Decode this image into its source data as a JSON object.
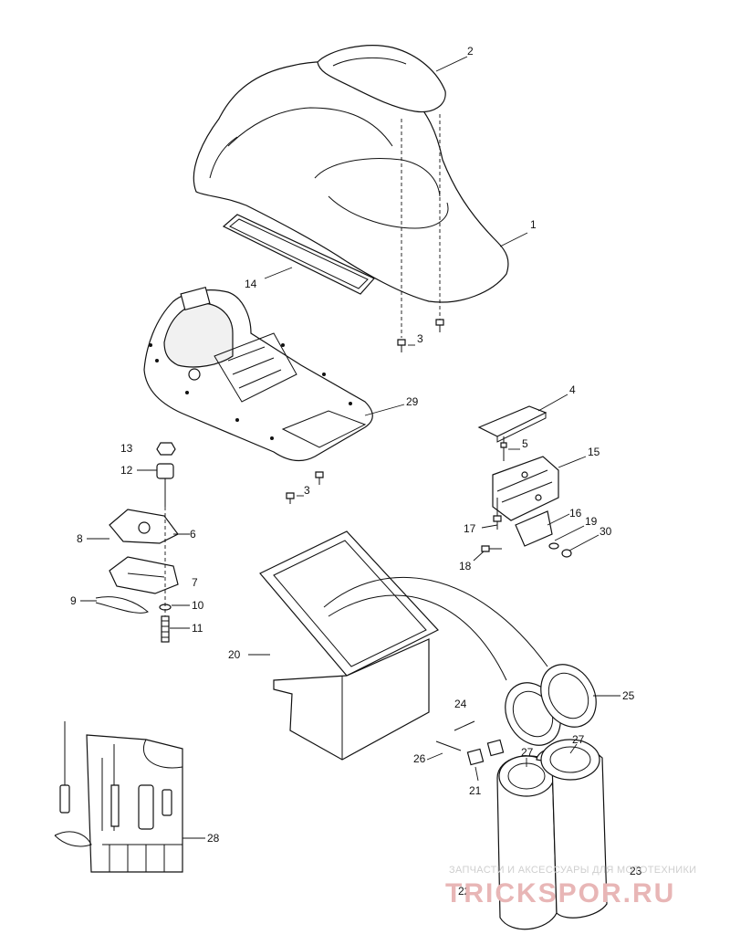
{
  "diagram": {
    "callouts": {
      "c1": "1",
      "c2": "2",
      "c3a": "3",
      "c3b": "3",
      "c4": "4",
      "c5": "5",
      "c6": "6",
      "c7": "7",
      "c8": "8",
      "c9": "9",
      "c10": "10",
      "c11": "11",
      "c12": "12",
      "c13": "13",
      "c14": "14",
      "c15": "15",
      "c16": "16",
      "c17": "17",
      "c18": "18",
      "c19": "19",
      "c20": "20",
      "c21": "21",
      "c22": "22",
      "c23": "23",
      "c24": "24",
      "c25": "25",
      "c26": "26",
      "c27a": "27",
      "c27b": "27",
      "c28": "28",
      "c29": "29",
      "c30": "30"
    }
  },
  "watermark": {
    "tagline": "ЗАПЧАСТИ И АКСЕССУАРЫ ДЛЯ МОТОТЕХНИКИ",
    "logo": "TRICKSPOR.RU"
  }
}
